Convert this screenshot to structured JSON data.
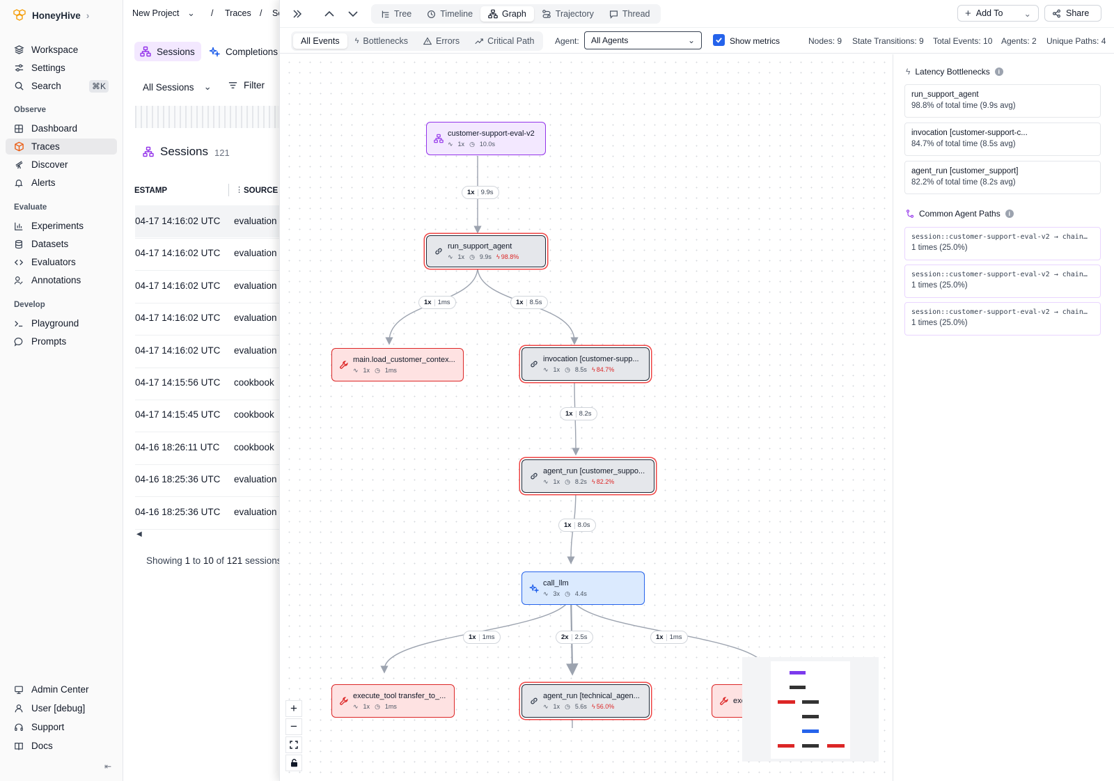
{
  "brand": {
    "name": "HoneyHive"
  },
  "sidebar": {
    "items": [
      {
        "label": "Workspace",
        "icon": "layers-icon"
      },
      {
        "label": "Settings",
        "icon": "sliders-icon"
      },
      {
        "label": "Search",
        "icon": "search-icon",
        "shortcut": "⌘K"
      }
    ],
    "observe_label": "Observe",
    "observe": [
      {
        "label": "Dashboard",
        "icon": "grid-icon"
      },
      {
        "label": "Traces",
        "icon": "box-icon",
        "active": true
      },
      {
        "label": "Discover",
        "icon": "telescope-icon"
      },
      {
        "label": "Alerts",
        "icon": "bell-icon"
      }
    ],
    "evaluate_label": "Evaluate",
    "evaluate": [
      {
        "label": "Experiments",
        "icon": "bar-chart-icon"
      },
      {
        "label": "Datasets",
        "icon": "database-icon"
      },
      {
        "label": "Evaluators",
        "icon": "code-icon"
      },
      {
        "label": "Annotations",
        "icon": "user-pen-icon"
      }
    ],
    "develop_label": "Develop",
    "develop": [
      {
        "label": "Playground",
        "icon": "terminal-icon"
      },
      {
        "label": "Prompts",
        "icon": "chat-icon"
      }
    ],
    "bottom": [
      {
        "label": "Admin Center",
        "icon": "monitor-icon"
      },
      {
        "label": "User [debug]",
        "icon": "user-icon"
      },
      {
        "label": "Support",
        "icon": "headset-icon"
      },
      {
        "label": "Docs",
        "icon": "book-icon"
      }
    ]
  },
  "breadcrumb": {
    "project": "New Project",
    "sep1": "/",
    "traces": "Traces",
    "sep2": "/",
    "partial": "Se"
  },
  "sessions_panel": {
    "tab_sessions": "Sessions",
    "tab_completions": "Completions",
    "filter_scope": "All Sessions",
    "filter_label": "Filter",
    "title": "Sessions",
    "count": "121",
    "col_timestamp": "ESTAMP",
    "col_source": "SOURCE",
    "rows": [
      {
        "ts": "04-17 14:16:02 UTC",
        "src": "evaluation"
      },
      {
        "ts": "04-17 14:16:02 UTC",
        "src": "evaluation"
      },
      {
        "ts": "04-17 14:16:02 UTC",
        "src": "evaluation"
      },
      {
        "ts": "04-17 14:16:02 UTC",
        "src": "evaluation"
      },
      {
        "ts": "04-17 14:16:02 UTC",
        "src": "evaluation"
      },
      {
        "ts": "04-17 14:15:56 UTC",
        "src": "cookbook"
      },
      {
        "ts": "04-17 14:15:45 UTC",
        "src": "cookbook"
      },
      {
        "ts": "04-16 18:26:11 UTC",
        "src": "cookbook"
      },
      {
        "ts": "04-16 18:25:36 UTC",
        "src": "evaluation"
      },
      {
        "ts": "04-16 18:25:36 UTC",
        "src": "evaluation"
      }
    ],
    "pagination": {
      "prefix": "Showing",
      "from": "1",
      "to_word": "to",
      "to": "10",
      "of_word": "of",
      "total": "121",
      "suffix": "sessions"
    }
  },
  "view_tabs": [
    "Tree",
    "Timeline",
    "Graph",
    "Trajectory",
    "Thread"
  ],
  "active_view": "Graph",
  "actions": {
    "add_to": "Add To",
    "share": "Share"
  },
  "filters": {
    "tabs": [
      "All Events",
      "Bottlenecks",
      "Errors",
      "Critical Path"
    ],
    "agent_label": "Agent:",
    "agent_value": "All Agents",
    "show_metrics_label": "Show metrics",
    "show_metrics": true
  },
  "metrics": {
    "nodes": "Nodes: 9",
    "state_transitions": "State Transitions: 9",
    "total_events": "Total Events: 10",
    "agents": "Agents: 2",
    "unique_paths": "Unique Paths: 4"
  },
  "graph": {
    "nodes": [
      {
        "id": "session",
        "kind": "session",
        "title": "customer-support-eval-v2",
        "count": "1x",
        "time": "10.0s",
        "pct": ""
      },
      {
        "id": "run",
        "kind": "chain",
        "title": "run_support_agent",
        "count": "1x",
        "time": "9.9s",
        "pct": "98.8%"
      },
      {
        "id": "load",
        "kind": "tool",
        "title": "main.load_customer_contex...",
        "count": "1x",
        "time": "1ms",
        "pct": ""
      },
      {
        "id": "invocation",
        "kind": "chain",
        "title": "invocation [customer-supp...",
        "count": "1x",
        "time": "8.5s",
        "pct": "84.7%"
      },
      {
        "id": "agent_run",
        "kind": "chain",
        "title": "agent_run [customer_suppo...",
        "count": "1x",
        "time": "8.2s",
        "pct": "82.2%"
      },
      {
        "id": "llm",
        "kind": "model",
        "title": "call_llm",
        "count": "3x",
        "time": "4.4s",
        "pct": ""
      },
      {
        "id": "exec1",
        "kind": "tool",
        "title": "execute_tool transfer_to_...",
        "count": "1x",
        "time": "1ms",
        "pct": ""
      },
      {
        "id": "agent_run2",
        "kind": "chain",
        "title": "agent_run [technical_agen...",
        "count": "1x",
        "time": "5.6s",
        "pct": "56.0%"
      },
      {
        "id": "exec2",
        "kind": "tool",
        "title": "exe",
        "count": "",
        "time": "",
        "pct": ""
      }
    ],
    "edges": [
      {
        "count": "1x",
        "time": "9.9s"
      },
      {
        "count": "1x",
        "time": "1ms"
      },
      {
        "count": "1x",
        "time": "8.5s"
      },
      {
        "count": "1x",
        "time": "8.2s"
      },
      {
        "count": "1x",
        "time": "8.0s"
      },
      {
        "count": "1x",
        "time": "1ms"
      },
      {
        "count": "2x",
        "time": "2.5s"
      },
      {
        "count": "1x",
        "time": "1ms"
      }
    ]
  },
  "bottlenecks": {
    "title": "Latency Bottlenecks",
    "items": [
      {
        "name": "run_support_agent",
        "detail": "98.8% of total time (9.9s avg)"
      },
      {
        "name": "invocation [customer-support-c...",
        "detail": "84.7% of total time (8.5s avg)"
      },
      {
        "name": "agent_run [customer_support]",
        "detail": "82.2% of total time (8.2s avg)"
      }
    ]
  },
  "paths": {
    "title": "Common Agent Paths",
    "items": [
      {
        "path": "session::customer-support-eval-v2 → chain…",
        "detail": "1 times (25.0%)"
      },
      {
        "path": "session::customer-support-eval-v2 → chain…",
        "detail": "1 times (25.0%)"
      },
      {
        "path": "session::customer-support-eval-v2 → chain…",
        "detail": "1 times (25.0%)"
      }
    ]
  },
  "colors": {
    "session": "#9333ea",
    "tool": "#dc2626",
    "chain": "#1f2937",
    "model": "#2563eb",
    "accent_check": "#2563eb"
  }
}
